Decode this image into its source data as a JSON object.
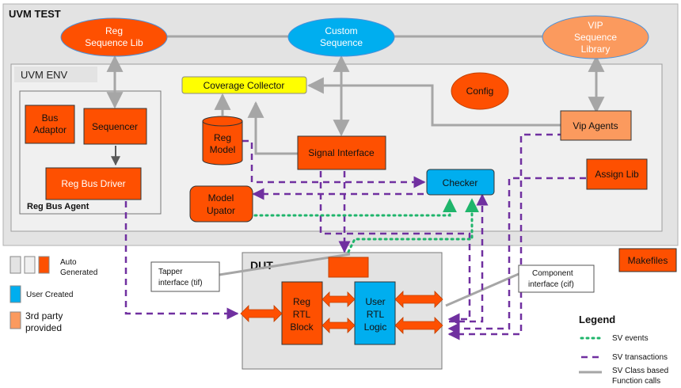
{
  "containers": {
    "uvm_test": "UVM TEST",
    "uvm_env": "UVM ENV",
    "reg_bus_agent": "Reg Bus Agent",
    "dut": "DUT"
  },
  "ellipses": {
    "reg_sequence_lib": [
      "Reg",
      "Sequence Lib"
    ],
    "custom_sequence": [
      "Custom",
      "Sequence"
    ],
    "vip_sequence_library": [
      "VIP",
      "Sequence",
      "Library"
    ],
    "config": [
      "Config"
    ]
  },
  "boxes": {
    "coverage_collector": [
      "Coverage Collector"
    ],
    "bus_adaptor": [
      "Bus",
      "Adaptor"
    ],
    "sequencer": [
      "Sequencer"
    ],
    "reg_bus_driver": [
      "Reg Bus Driver"
    ],
    "reg_model": [
      "Reg",
      "Model"
    ],
    "signal_interface": [
      "Signal Interface"
    ],
    "vip_agents": [
      "Vip Agents"
    ],
    "checker": [
      "Checker"
    ],
    "assign_lib": [
      "Assign Lib"
    ],
    "model_updator": [
      "Model",
      "Upator"
    ],
    "makefiles": [
      "Makefiles"
    ],
    "reg_rtl_block": [
      "Reg",
      "RTL",
      "Block"
    ],
    "user_rtl_logic": [
      "User",
      "RTL",
      "Logic"
    ]
  },
  "callouts": {
    "tapper_interface": [
      "Tapper",
      "interface (tif)"
    ],
    "component_interface": [
      "Component",
      "interface (cif)"
    ]
  },
  "key": {
    "auto_generated": [
      "Auto",
      "Generated"
    ],
    "user_created": "User Created",
    "third_party": [
      "3rd party",
      "provided"
    ]
  },
  "legend": {
    "title": "Legend",
    "sv_events": "SV events",
    "sv_transactions": "SV transactions",
    "sv_class_calls": [
      "SV Class based",
      "Function calls"
    ]
  },
  "colors": {
    "auto_generated": "#fe5001",
    "user_created": "#00aeef",
    "third_party": "#fb9a5e",
    "coverage_collector": "#ffff00",
    "outer_gray": "#e3e3e3",
    "inner_gray": "#f0f0f0",
    "sv_events": "#1fb56b",
    "sv_transactions": "#7030a0",
    "sv_class_calls": "#a6a6a6"
  }
}
